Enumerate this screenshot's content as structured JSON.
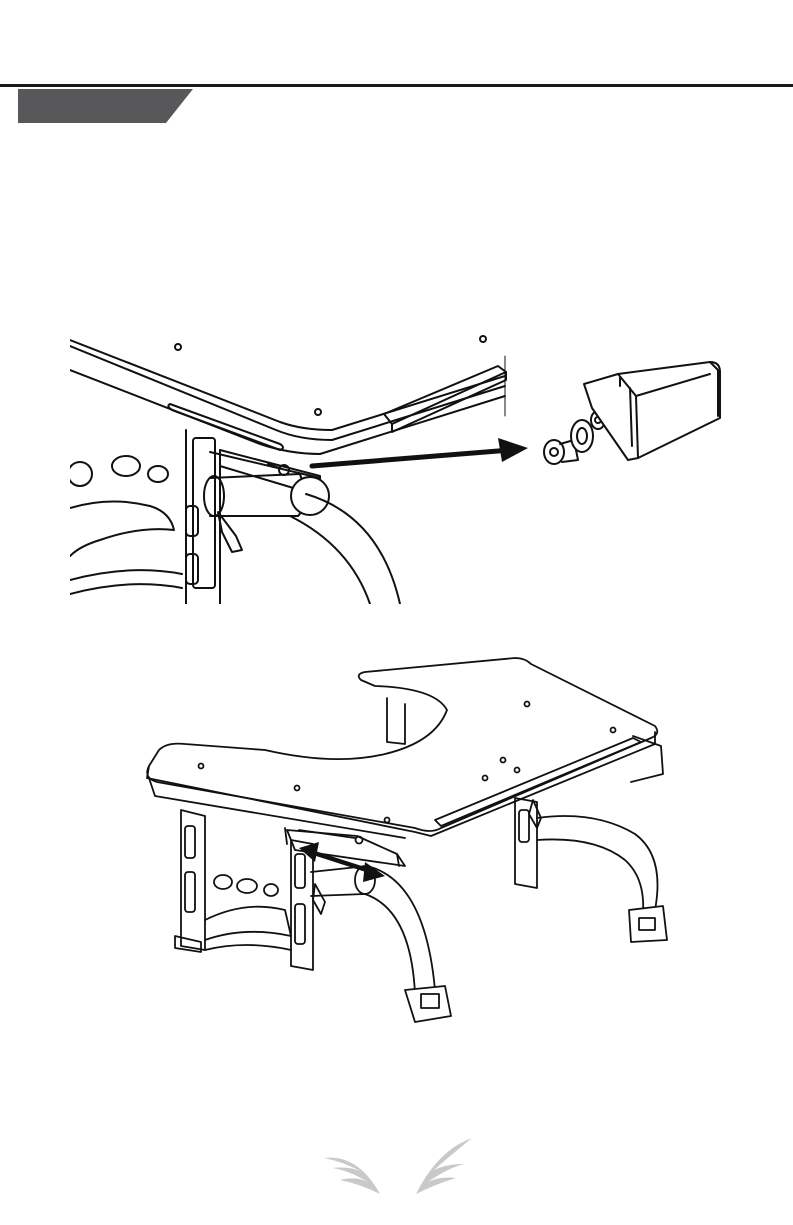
{
  "page": {
    "header": {
      "tab_label": ""
    },
    "figures": [
      {
        "id": "detail",
        "icon": "seat-bracket-screw-removal-illustration"
      },
      {
        "id": "overview",
        "icon": "seat-slide-adjustment-illustration"
      }
    ],
    "footer": {
      "logo": "wing-logo"
    },
    "colors": {
      "rule": "#1a1a1a",
      "tab": "#58585a",
      "ink": "#111111",
      "logo": "#c9c9cb"
    }
  }
}
